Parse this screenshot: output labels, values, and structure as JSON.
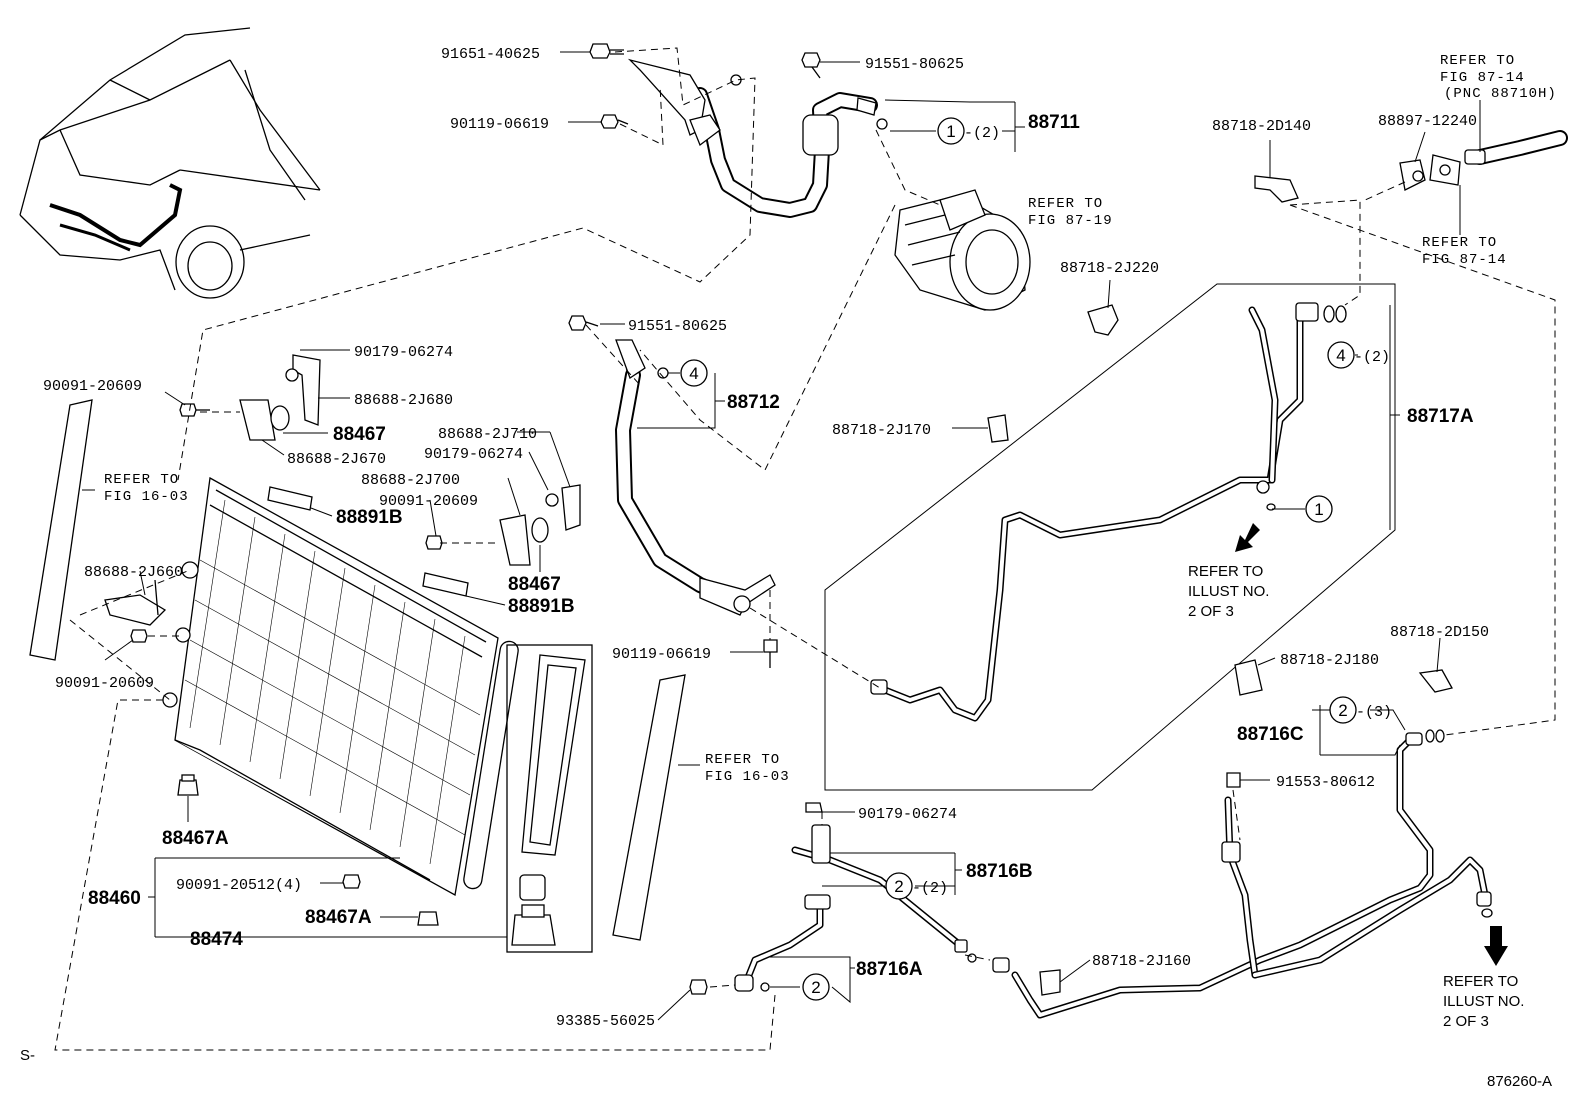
{
  "parts": {
    "p91651_40625": "91651-40625",
    "p91551_80625_top": "91551-80625",
    "p90119_06619_top": "90119-06619",
    "p88711": "88711",
    "p88711_note": "-(2)",
    "p91551_80625_mid": "91551-80625",
    "p88712": "88712",
    "p90179_06274_a": "90179-06274",
    "p90091_20609_a": "90091-20609",
    "p88688_2J680": "88688-2J680",
    "p88467_a": "88467",
    "p88688_2J670": "88688-2J670",
    "p88688_2J710": "88688-2J710",
    "p90179_06274_b": "90179-06274",
    "p88688_2J700": "88688-2J700",
    "p90091_20609_b": "90091-20609",
    "p88891B_a": "88891B",
    "p88467_b": "88467",
    "p88891B_b": "88891B",
    "p88688_2J660": "88688-2J660",
    "p90091_20609_c": "90091-20609",
    "p88467A_a": "88467A",
    "p88460": "88460",
    "p90091_20512": "90091-20512(4)",
    "p88467A_b": "88467A",
    "p88474": "88474",
    "p90119_06619_mid": "90119-06619",
    "p88718_2D140": "88718-2D140",
    "p88897_12240": "88897-12240",
    "p88718_2J220": "88718-2J220",
    "p88718_2J170": "88718-2J170",
    "p88717A": "88717A",
    "p88717A_note": "-(2)",
    "p88718_2D150": "88718-2D150",
    "p88718_2J180": "88718-2J180",
    "p88716C": "88716C",
    "p88716C_note": "-(3)",
    "p91553_80612": "91553-80612",
    "p90179_06274_c": "90179-06274",
    "p88716B": "88716B",
    "p88716B_note": "-(2)",
    "p88716A": "88716A",
    "p88718_2J160": "88718-2J160",
    "p93385_56025": "93385-56025"
  },
  "callouts": {
    "c1_top": "1",
    "c4_mid": "4",
    "c4_right": "4",
    "c1_right": "1",
    "c2_88716C": "2",
    "c2_88716B": "2",
    "c2_88716A": "2"
  },
  "notes": {
    "fig87_19_a": "REFER TO",
    "fig87_19_b": "FIG 87-19",
    "fig87_14_top_a": "REFER TO",
    "fig87_14_top_b": "FIG 87-14",
    "fig87_14_top_c": "(PNC 88710H)",
    "fig87_14_bot_a": "REFER TO",
    "fig87_14_bot_b": "FIG 87-14",
    "fig16_03_left_a": "REFER TO",
    "fig16_03_left_b": "FIG 16-03",
    "fig16_03_right_a": "REFER TO",
    "fig16_03_right_b": "FIG 16-03",
    "illust_a_1": "REFER TO",
    "illust_a_2": "ILLUST NO.",
    "illust_a_3": "2 OF 3",
    "illust_b_1": "REFER TO",
    "illust_b_2": "ILLUST NO.",
    "illust_b_3": "2 OF 3"
  },
  "footer": {
    "corner_mark": "S-",
    "diagram_id": "876260-A"
  }
}
